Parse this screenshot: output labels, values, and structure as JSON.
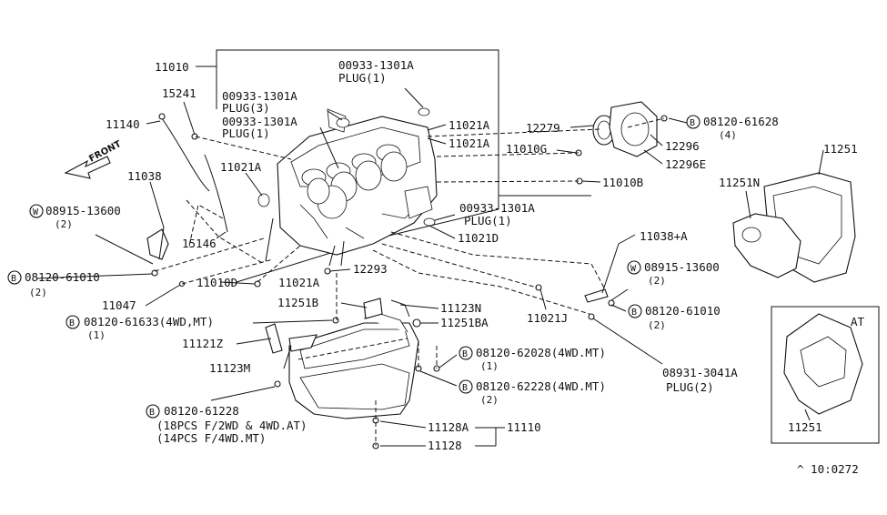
{
  "labels": {
    "l11010": "11010",
    "l15241": "15241",
    "l11140": "11140",
    "l11038": "11038",
    "w08915_13600_a": "08915-13600",
    "w08915_13600_a_qty": "(2)",
    "l15146": "15146",
    "b08120_61010_a": "08120-61010",
    "b08120_61010_a_qty": "(2)",
    "l11047": "11047",
    "l11010D": "11010D",
    "l11021A_a": "11021A",
    "l11021A_b": "11021A",
    "l11021A_c": "11021A",
    "l11021A_d": "11021A",
    "l12293": "12293",
    "plug_00933_a": "00933-1301A",
    "plug_00933_a_txt": "PLUG(1)",
    "plug_00933_b": "00933-1301A",
    "plug_00933_b_txt": "PLUG(3)",
    "plug_00933_c": "00933-1301A",
    "plug_00933_c_txt": "PLUG(1)",
    "plug_00933_d": "00933-1301A",
    "plug_00933_d_txt": "PLUG(1)",
    "l11021D": "11021D",
    "l12279": "12279",
    "l11010G": "11010G",
    "b08120_61628": "08120-61628",
    "b08120_61628_qty": "(4)",
    "l12296": "12296",
    "l12296E": "12296E",
    "l11010B": "11010B",
    "l11251": "11251",
    "l11251N": "11251N",
    "l11038A": "11038+A",
    "w08915_13600_b": "08915-13600",
    "w08915_13600_b_qty": "(2)",
    "b08120_61010_b": "08120-61010",
    "b08120_61010_b_qty": "(2)",
    "l11021J": "11021J",
    "plug_08931": "08931-3041A",
    "plug_08931_txt": "PLUG(2)",
    "l11251B": "11251B",
    "l11123N": "11123N",
    "l11251BA": "11251BA",
    "b08120_61633": "08120-61633(4WD,MT)",
    "b08120_61633_qty": "(1)",
    "l11121Z": "11121Z",
    "l11123M": "11123M",
    "b08120_62028": "08120-62028(4WD.MT)",
    "b08120_62028_qty": "(1)",
    "b08120_62228": "08120-62228(4WD.MT)",
    "b08120_62228_qty": "(2)",
    "b08120_61228": "08120-61228",
    "b08120_61228_n1": "(18PCS F/2WD & 4WD.AT)",
    "b08120_61228_n2": "(14PCS F/4WD.MT)",
    "l11128A": "11128A",
    "l11128": "11128",
    "l11110": "11110",
    "at_label": "AT",
    "at_11251": "11251",
    "front": "FRONT",
    "catalog_no": "^ 10:0272"
  },
  "markers": {
    "bolt": "B",
    "washer": "W"
  }
}
